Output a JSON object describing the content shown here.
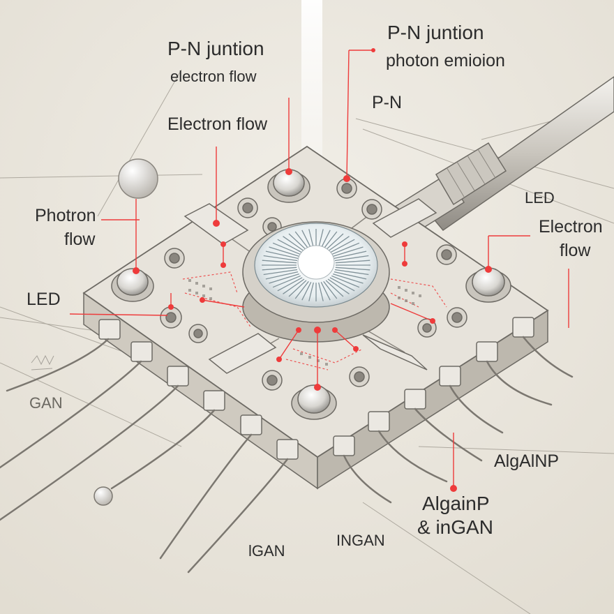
{
  "labels": {
    "pn_junction_left": "P-N juntion",
    "electron_flow_small": "electron flow",
    "electron_flow_mid": "Electron flow",
    "pn_junction_right": "P-N juntion",
    "photon_emission": "photon emiоion",
    "pn": "P-N",
    "photron_flow_line1": "Photron",
    "photron_flow_line2": "flow",
    "led_left": "LED",
    "led_right": "LED",
    "electron_flow_right_line1": "Electron",
    "electron_flow_right_line2": "flow",
    "gan_left": "GAN",
    "algainp_right": "AlgAlNP",
    "algainp_bottom_line1": "AlgainP",
    "algainp_bottom_line2": "& inGAN",
    "ingan_bottom": "INGAN",
    "lgan_bottom": "lGAN"
  },
  "colors": {
    "background": "#e9e5dc",
    "chip_top": "#e7e3db",
    "chip_side": "#cfcac0",
    "outline": "#6d6a64",
    "accent_red": "#ee3b3b",
    "text": "#2c2c2c"
  }
}
